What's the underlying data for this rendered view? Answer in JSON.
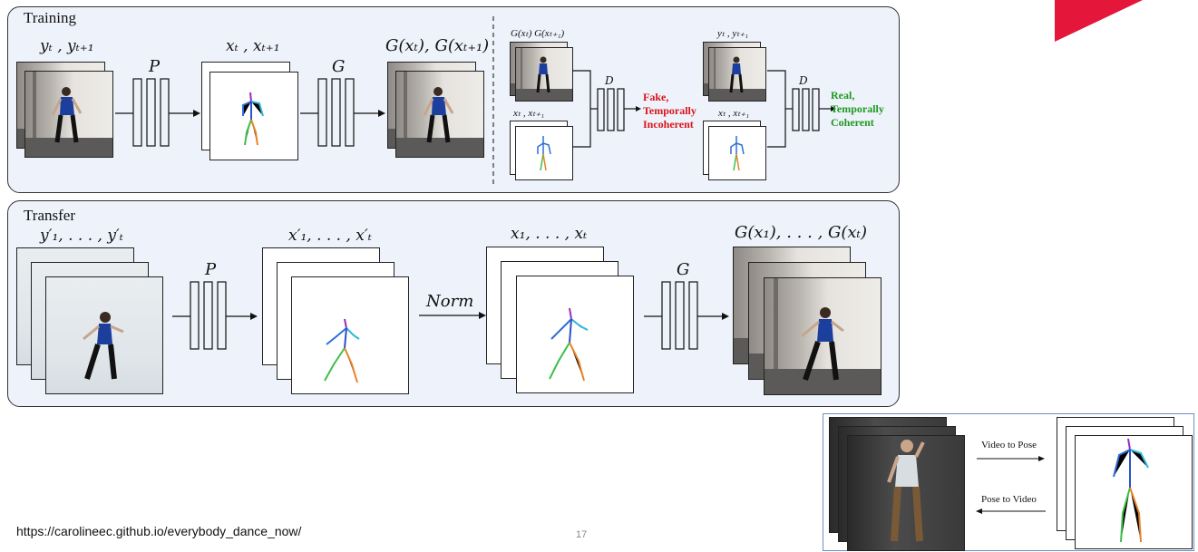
{
  "training": {
    "title": "Training",
    "label_y": "yₜ , yₜ₊₁",
    "label_P": "P",
    "label_x": "xₜ , xₜ₊₁",
    "label_G": "G",
    "label_Gx": "G(xₜ), G(xₜ₊₁)",
    "disc_left_top": "G(xₜ) G(xₜ₊₁)",
    "disc_left_bottom": "xₜ , xₜ₊₁",
    "disc_D": "D",
    "fake_label": [
      "Fake,",
      "Temporally",
      "Incoherent"
    ],
    "disc_right_top": "yₜ , yₜ₊₁",
    "disc_right_bottom": "xₜ , xₜ₊₁",
    "real_label": [
      "Real,",
      "Temporally",
      "Coherent"
    ]
  },
  "transfer": {
    "title": "Transfer",
    "label_y": "y′₁, . . . , y′ₜ",
    "label_P": "P",
    "label_x_prime": "x′₁, . . . , x′ₜ",
    "label_norm": "Norm",
    "label_x": "x₁, . . . , xₜ",
    "label_G": "G",
    "label_Gx": "G(x₁), . . . , G(xₜ)"
  },
  "inset": {
    "video_to_pose": "Video to Pose",
    "pose_to_video": "Pose to Video"
  },
  "footer": {
    "url": "https://carolineec.github.io/everybody_dance_now/",
    "page_number": "17"
  },
  "colors": {
    "panel_bg": "#eef2fb",
    "accent_red": "#e4163a",
    "fake_red": "#d9141a",
    "real_green": "#1e9a1e"
  }
}
